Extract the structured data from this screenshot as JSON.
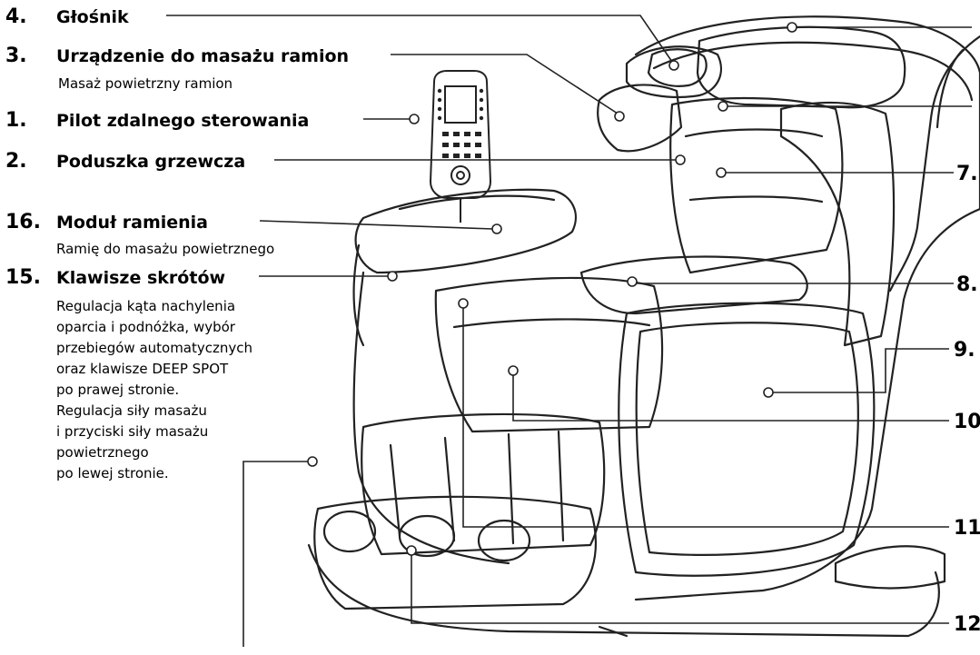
{
  "labels": [
    {
      "num": "4.",
      "title": "Głośnik",
      "sub": ""
    },
    {
      "num": "3.",
      "title": "Urządzenie do masażu ramion",
      "sub": "Masaż powietrzny ramion"
    },
    {
      "num": "1.",
      "title": "Pilot zdalnego sterowania",
      "sub": ""
    },
    {
      "num": "2.",
      "title": "Poduszka grzewcza",
      "sub": ""
    },
    {
      "num": "16.",
      "title": "Moduł ramienia",
      "sub": "Ramię do masażu powietrznego"
    },
    {
      "num": "15.",
      "title": "Klawisze skrótów",
      "sub": ""
    }
  ],
  "shortcut_desc": [
    "Regulacja kąta nachylenia",
    "oparcia i podnóżka, wybór",
    "przebiegów automatycznych",
    "oraz klawisze DEEP SPOT",
    "po prawej stronie.",
    "Regulacja siły masażu",
    "i przyciski siły masażu",
    "powietrznego",
    "po lewej stronie."
  ],
  "right_labels": [
    "7.",
    "8.",
    "9.",
    "10",
    "11",
    "12"
  ]
}
